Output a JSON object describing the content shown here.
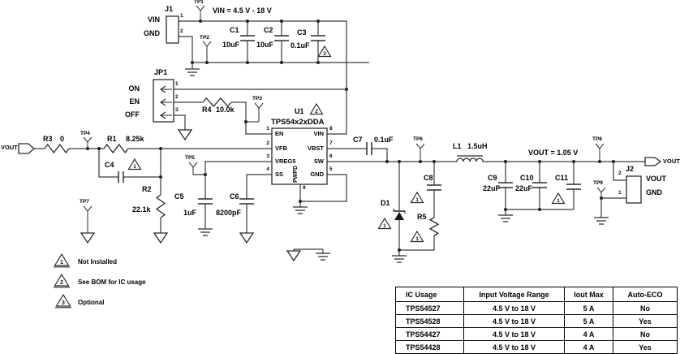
{
  "ports": {
    "in_label": "VOUT",
    "out_label": "VOUT"
  },
  "nets": {
    "vin": "VIN = 4.5 V - 18 V",
    "vout": "VOUT = 1.05 V"
  },
  "testpoints": {
    "tp1": "TP1",
    "tp2": "TP2",
    "tp3": "TP3",
    "tp4": "TP4",
    "tp5": "TP5",
    "tp6": "TP6",
    "tp7": "TP7",
    "tp8": "TP8",
    "tp9": "TP9"
  },
  "connectors": {
    "j1": {
      "ref": "J1",
      "labels": [
        "VIN",
        "GND"
      ],
      "pins": [
        "1",
        "2"
      ]
    },
    "jp1": {
      "ref": "JP1",
      "labels": [
        "ON",
        "EN",
        "OFF"
      ],
      "pins": [
        "1",
        "2",
        "3"
      ]
    },
    "j2": {
      "ref": "J2",
      "labels": [
        "VOUT",
        "GND"
      ],
      "pins": [
        "2",
        "1"
      ]
    }
  },
  "ic": {
    "ref": "U1",
    "part": "TPS54x2xDDA",
    "pins": [
      {
        "num": "1",
        "name": "EN"
      },
      {
        "num": "2",
        "name": "VFB"
      },
      {
        "num": "3",
        "name": "VREG5"
      },
      {
        "num": "4",
        "name": "SS"
      },
      {
        "num": "5",
        "name": "GND"
      },
      {
        "num": "6",
        "name": "SW"
      },
      {
        "num": "7",
        "name": "VBST"
      },
      {
        "num": "8",
        "name": "VIN"
      },
      {
        "num": "9",
        "name": "PWPD"
      }
    ]
  },
  "parts": {
    "r1": {
      "ref": "R1",
      "value": "8.25k"
    },
    "r2": {
      "ref": "R2",
      "value": "22.1k"
    },
    "r3": {
      "ref": "R3",
      "value": "0"
    },
    "r4": {
      "ref": "R4",
      "value": "10.0k"
    },
    "r5": {
      "ref": "R5"
    },
    "c1": {
      "ref": "C1",
      "value": "10uF"
    },
    "c2": {
      "ref": "C2",
      "value": "10uF"
    },
    "c3": {
      "ref": "C3",
      "value": "0.1uF"
    },
    "c4": {
      "ref": "C4"
    },
    "c5": {
      "ref": "C5",
      "value": "1uF"
    },
    "c6": {
      "ref": "C6",
      "value": "8200pF"
    },
    "c7": {
      "ref": "C7",
      "value": "0.1uF"
    },
    "c8": {
      "ref": "C8"
    },
    "c9": {
      "ref": "C9",
      "value": "22uF"
    },
    "c10": {
      "ref": "C10",
      "value": "22uF"
    },
    "c11": {
      "ref": "C11"
    },
    "l1": {
      "ref": "L1",
      "value": "1.5uH"
    },
    "d1": {
      "ref": "D1"
    }
  },
  "flags": {
    "c3": "3",
    "u1": "2",
    "c4": "1",
    "d1": "1",
    "c8": "1",
    "r5": "1",
    "c11": "1"
  },
  "notes": [
    {
      "num": "1",
      "text": "Not Installed"
    },
    {
      "num": "2",
      "text": "See BOM for IC usage"
    },
    {
      "num": "3",
      "text": "Optional"
    }
  ],
  "table": {
    "headers": [
      "IC Usage",
      "Input Voltage Range",
      "Iout Max",
      "Auto-ECO"
    ],
    "rows": [
      [
        "TPS54527",
        "4.5 V to 18 V",
        "5 A",
        "No"
      ],
      [
        "TPS54528",
        "4.5 V to 18 V",
        "5 A",
        "Yes"
      ],
      [
        "TPS54427",
        "4.5 V to 18 V",
        "4 A",
        "No"
      ],
      [
        "TPS54428",
        "4.5 V to 18 V",
        "4 A",
        "Yes"
      ]
    ]
  }
}
